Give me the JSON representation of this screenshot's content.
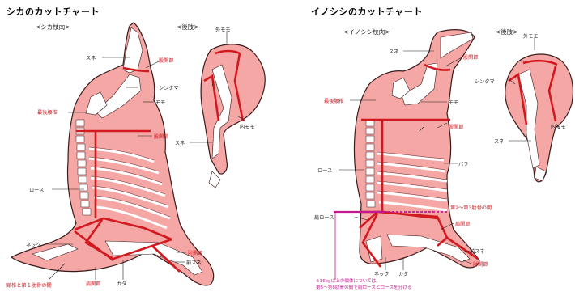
{
  "deer": {
    "title": "シカのカットチャート",
    "sub_carcass": "<シカ枝肉>",
    "sub_hind": "<後肢>",
    "labels": {
      "sune": "スネ",
      "kokansetsu": "股関節",
      "shintama": "シンタマ",
      "momo": "モモ",
      "saikoyotsui": "最後腰椎",
      "kokansetsu2": "股関節",
      "sotomomo": "外モモ",
      "uchimomo": "内モモ",
      "sune_hind": "スネ",
      "rosu": "ロース",
      "neck": "ネック",
      "hijikansetsu": "肘関節",
      "maesune": "前スネ",
      "kata": "カタ",
      "kenkosetsu": "肩関節",
      "keitsui": "頸椎と第１肋骨の間"
    }
  },
  "boar": {
    "title": "イノシシのカットチャート",
    "sub_carcass": "<イノシシ枝肉>",
    "sub_hind": "<後肢>",
    "labels": {
      "sune": "スネ",
      "kokansetsu": "股関節",
      "saikoyotsui": "最後腰椎",
      "momo": "モモ",
      "kokansetsu2": "股関節",
      "shintama": "シンタマ",
      "sotomomo": "外モモ",
      "uchimomo": "内モモ",
      "sune_hind": "スネ",
      "rosu": "ロース",
      "bara": "バラ",
      "rib": "第2〜第3肋骨の間",
      "katarosu": "肩ロース",
      "kenkansetsu": "肩関節",
      "maesune": "前スネ",
      "neck": "ネック",
      "kata": "カタ",
      "hijikansetsu": "肘関節"
    },
    "note_line1": "※36kg以上の個体については、",
    "note_line2": "第5〜第6肋骨の間で肩ロースとロースを分ける"
  },
  "colors": {
    "meat": "#f4a7a5",
    "meat_light": "#f9cfcd",
    "bone": "#ffffff",
    "outline": "#3a1a1a",
    "cut_line": "#d31920",
    "note": "#c2198f"
  }
}
